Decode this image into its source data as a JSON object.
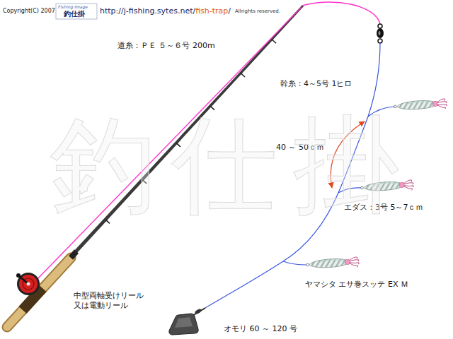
{
  "diagram": {
    "labels": [
      "Copyright(C) 2007",
      "Fishing Image",
      "釣仕掛",
      "http://j-fishing.sytes.net/",
      "fish-trap",
      "/",
      "Allrights reserved.",
      "道糸：ＰＥ ５～６号 200m",
      "幹糸：4～5号 1ヒロ",
      "40 ～ 50ｃｍ",
      "エダス：3号 5～7ｃｍ",
      "ヤマシタ エサ巻スッテ EX Ｍ",
      "中型両軸受けリール 又は電動リール",
      "オモリ 60 ～ 120 号",
      "釣仕掛"
    ]
  }
}
